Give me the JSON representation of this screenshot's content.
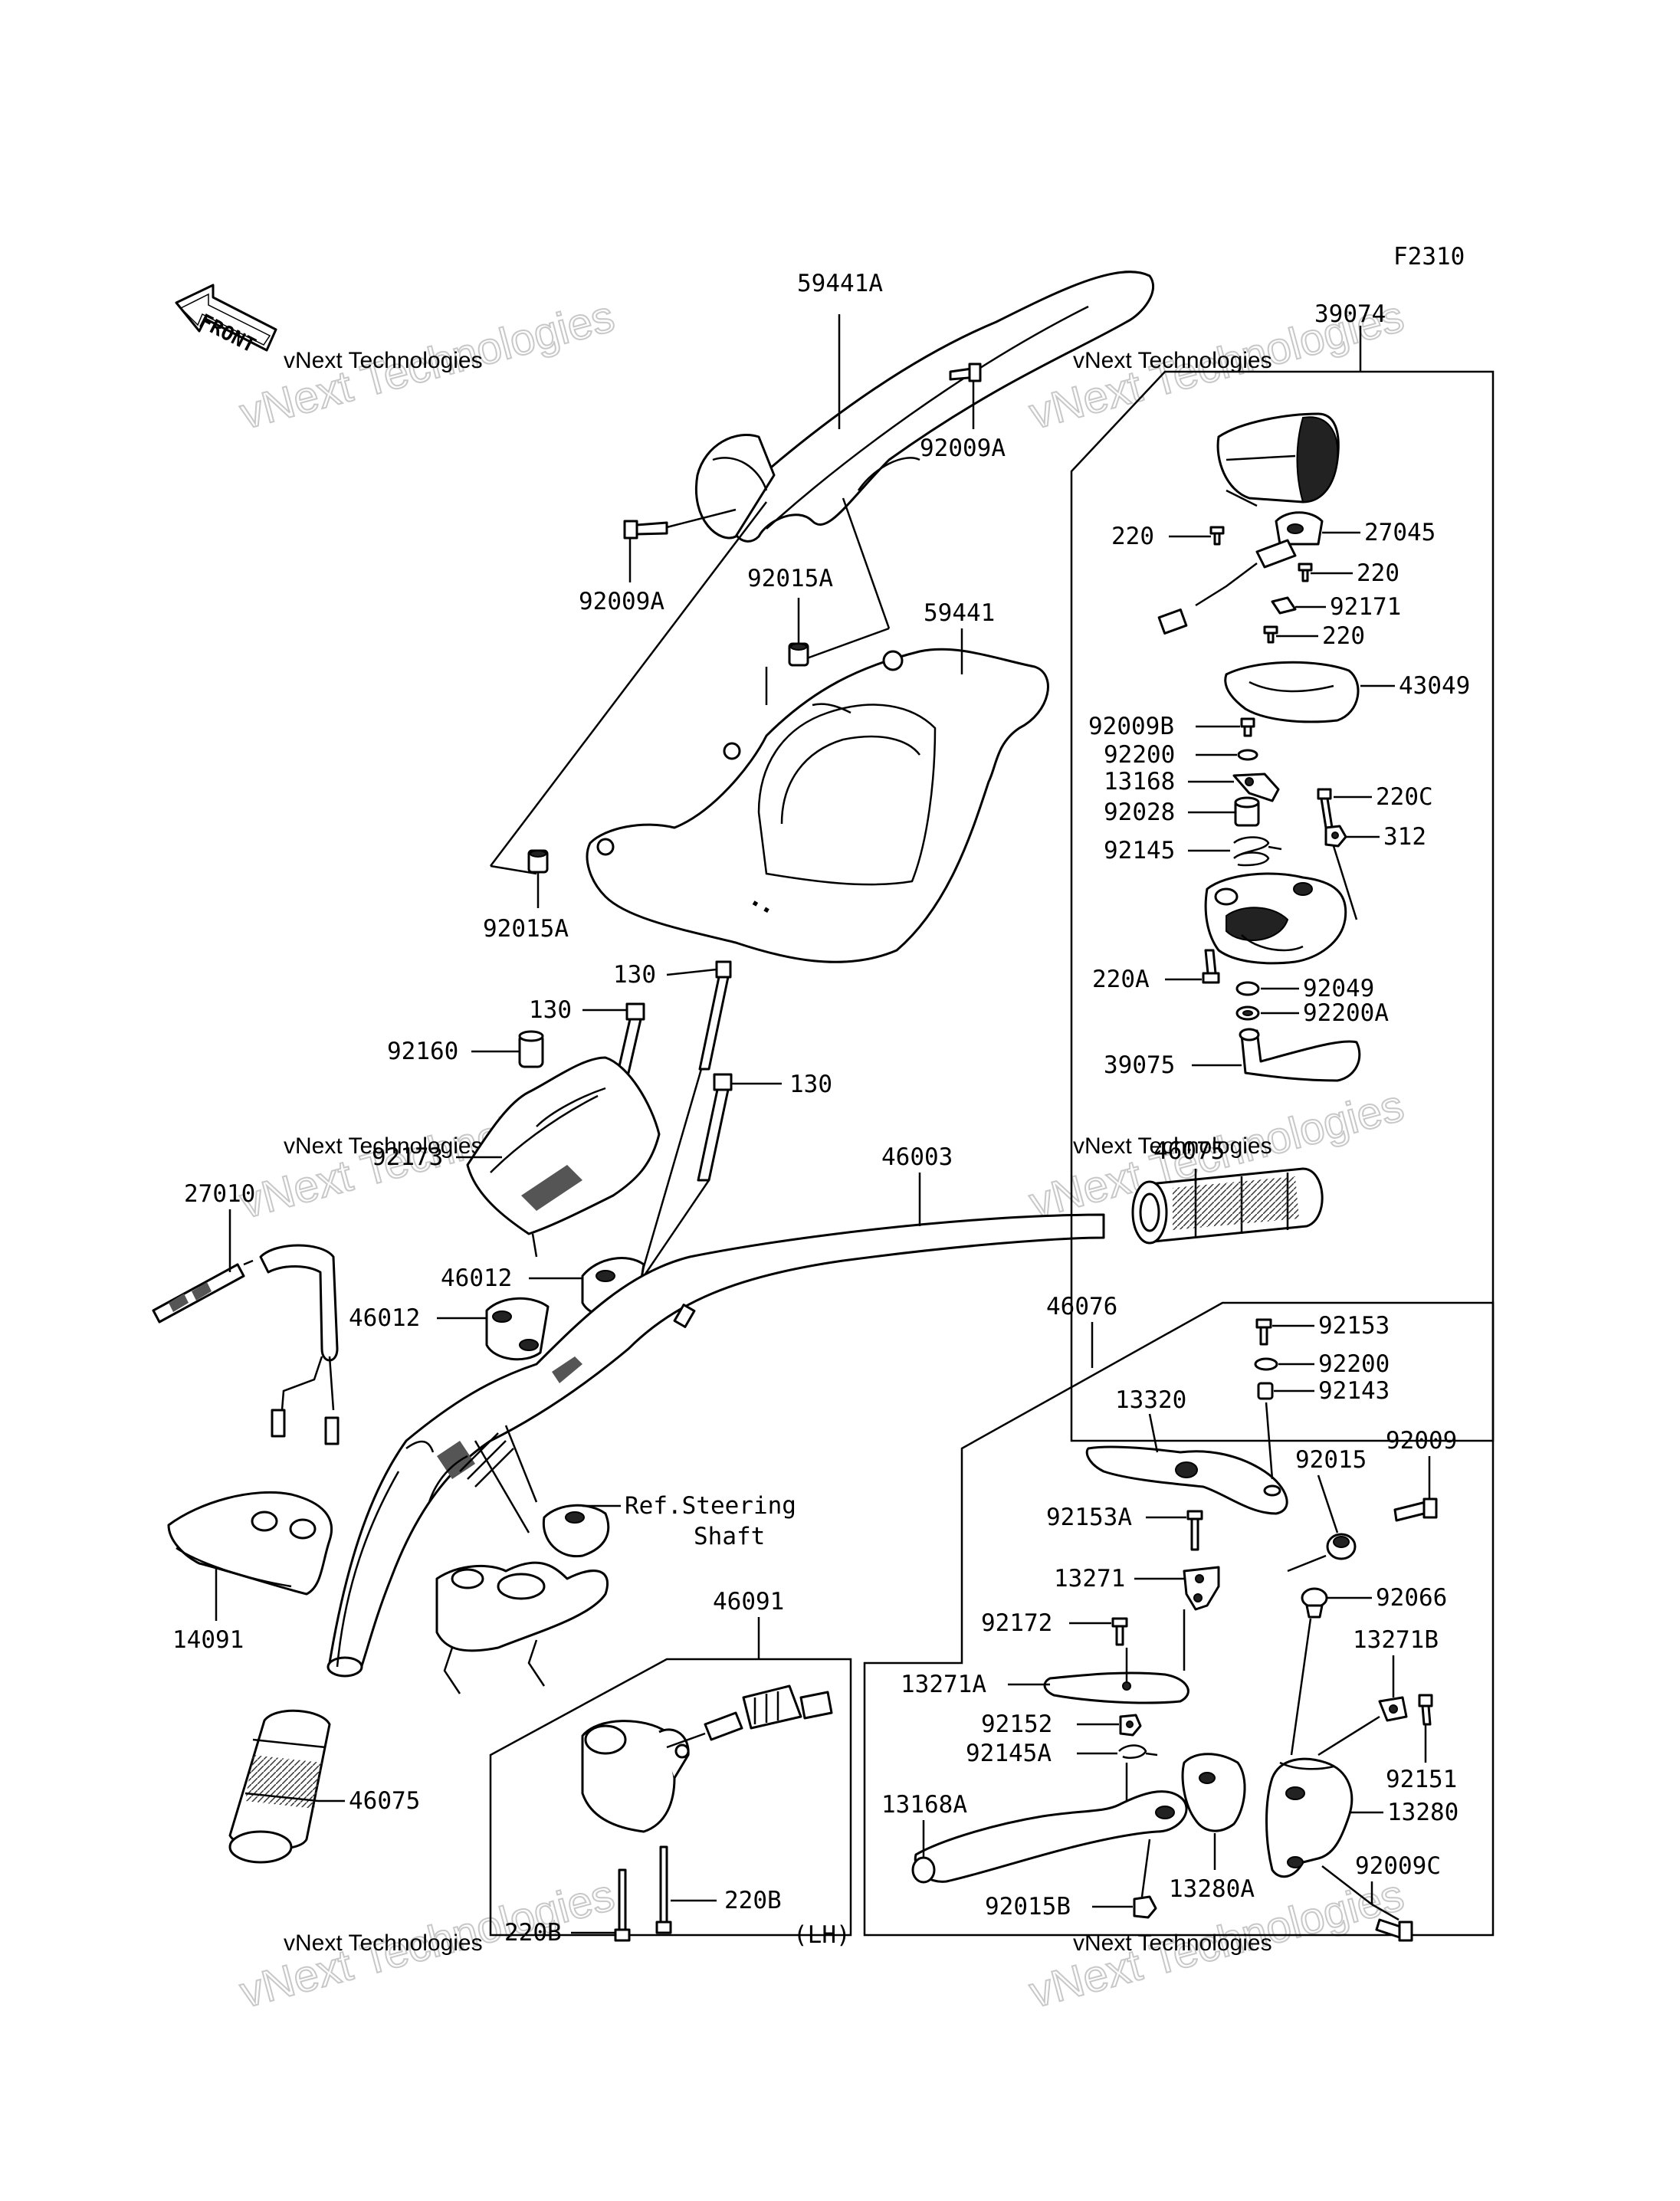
{
  "diagram_code": "F2310",
  "front_label": "FRONT",
  "watermark": {
    "line1": "vNext Technologies",
    "line2": "vNext Technologies"
  },
  "reference": {
    "line1": "Ref.Steering",
    "line2": "Shaft"
  },
  "switch_side": "(LH)",
  "parts": {
    "p59441A": "59441A",
    "p92009A_top": "92009A",
    "p92009A_left": "92009A",
    "p92015A_top": "92015A",
    "p59441": "59441",
    "p92015A_bot": "92015A",
    "p130_a": "130",
    "p130_b": "130",
    "p130_c": "130",
    "p92160": "92160",
    "p92173": "92173",
    "p27010": "27010",
    "p46012_a": "46012",
    "p46012_b": "46012",
    "p46003": "46003",
    "p46075_r": "46075",
    "p46075_l": "46075",
    "p14091": "14091",
    "p46091": "46091",
    "p220B_a": "220B",
    "p220B_b": "220B",
    "p39074": "39074",
    "p220_a": "220",
    "p27045": "27045",
    "p220_b": "220",
    "p92171": "92171",
    "p220_c": "220",
    "p43049": "43049",
    "p92009B": "92009B",
    "p92200": "92200",
    "p13168": "13168",
    "p92028": "92028",
    "p220C": "220C",
    "p92145": "92145",
    "p312": "312",
    "p220A": "220A",
    "p92049": "92049",
    "p92200A": "92200A",
    "p39075": "39075",
    "p46076": "46076",
    "p92153": "92153",
    "p92200_b": "92200",
    "p92143": "92143",
    "p13320": "13320",
    "p92009": "92009",
    "p92015": "92015",
    "p92153A": "92153A",
    "p13271": "13271",
    "p92066": "92066",
    "p92172": "92172",
    "p13271B": "13271B",
    "p13271A": "13271A",
    "p92152": "92152",
    "p92151": "92151",
    "p92145A": "92145A",
    "p13280": "13280",
    "p13168A": "13168A",
    "p92009C": "92009C",
    "p92015B": "92015B",
    "p13280A": "13280A"
  }
}
